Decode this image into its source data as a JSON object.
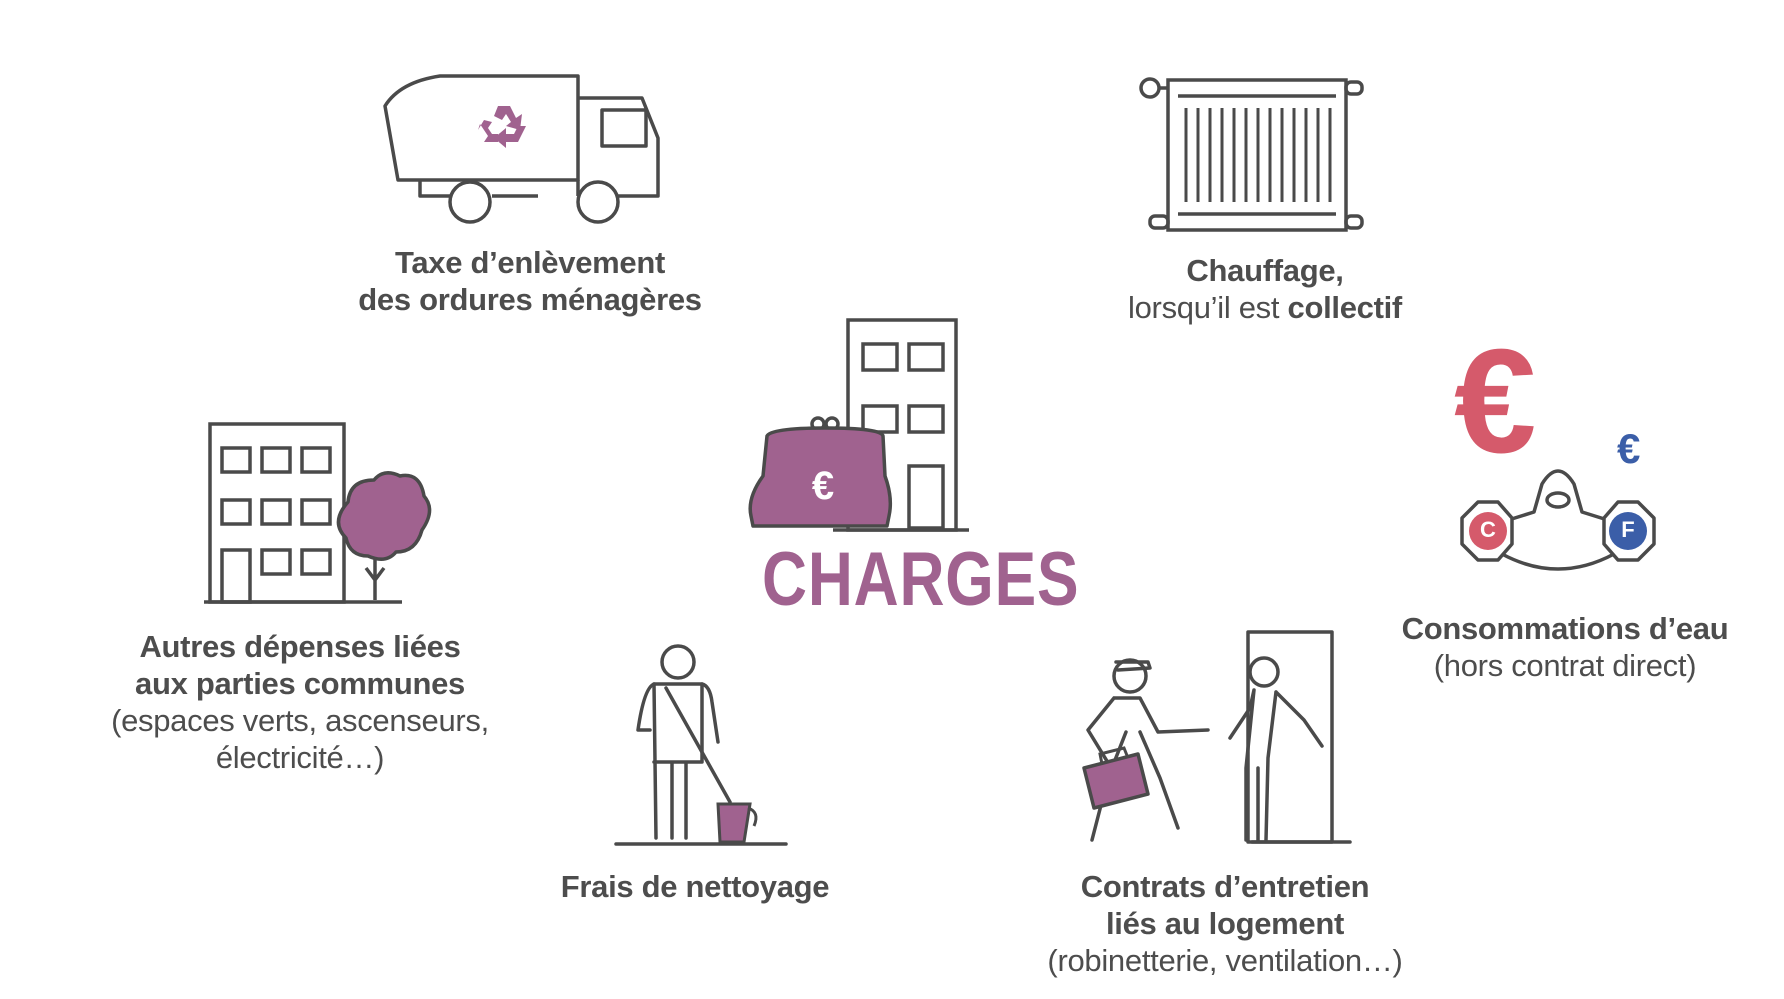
{
  "colors": {
    "accent": "#a0628f",
    "stroke": "#4a4a4a",
    "euro_red": "#d55a6b",
    "euro_blue": "#3b5ea8"
  },
  "center": {
    "title": "CHARGES",
    "purse_symbol": "€",
    "icon": "purse-and-building-icon"
  },
  "items": {
    "waste": {
      "icon": "garbage-truck-recycle-icon",
      "line1": "Taxe d’enlèvement",
      "line2": "des ordures ménagères"
    },
    "heating": {
      "icon": "radiator-icon",
      "line1": "Chauffage,",
      "line2_prefix": "lorsqu’il est ",
      "line2_bold": "collectif"
    },
    "water": {
      "icon": "water-tap-icon",
      "big_euro": "€",
      "small_euro": "€",
      "hot_letter": "C",
      "cold_letter": "F",
      "line1": "Consommations d’eau",
      "line2": "(hors contrat direct)"
    },
    "common": {
      "icon": "building-tree-icon",
      "line1": "Autres dépenses liées",
      "line2": "aux parties communes",
      "line3": "(espaces verts, ascenseurs,",
      "line4": "électricité…)"
    },
    "cleaning": {
      "icon": "cleaning-person-mop-icon",
      "line1": "Frais de nettoyage"
    },
    "maintenance": {
      "icon": "technician-at-door-icon",
      "line1": "Contrats d’entretien",
      "line2": "liés au logement",
      "line3": "(robinetterie, ventilation…)"
    }
  }
}
